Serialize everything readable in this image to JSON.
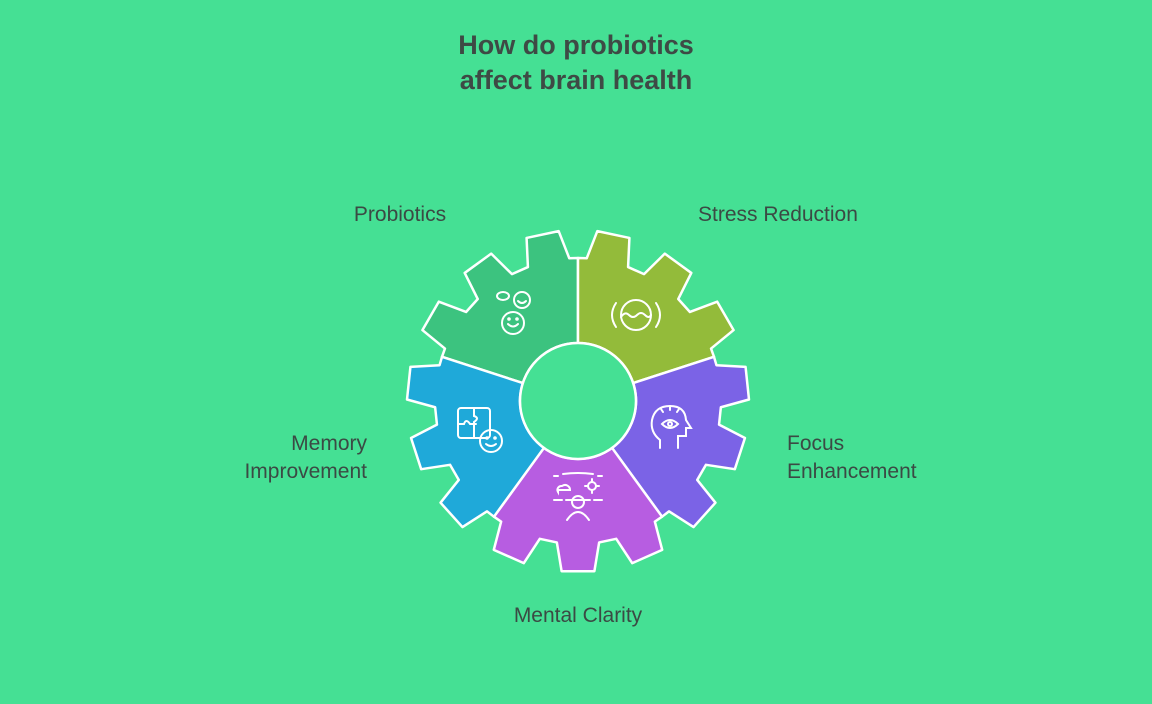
{
  "title": {
    "line1": "How do probiotics",
    "line2": "affect brain health"
  },
  "segments": [
    {
      "label": "Probiotics",
      "icon": "bacteria-smile-icon",
      "color": "#3cc37f"
    },
    {
      "label": "Stress Reduction",
      "icon": "calm-wave-icon",
      "color": "#93bb3a"
    },
    {
      "label": "Focus Enhancement",
      "icon": "head-eye-icon",
      "color": "#7b63e6"
    },
    {
      "label": "Mental Clarity",
      "icon": "person-sun-icon",
      "color": "#b75de1"
    },
    {
      "label_line1": "Memory",
      "label_line2": "Improvement",
      "icon": "puzzle-face-icon",
      "color": "#1fa9d9"
    }
  ],
  "background": "#45e094"
}
